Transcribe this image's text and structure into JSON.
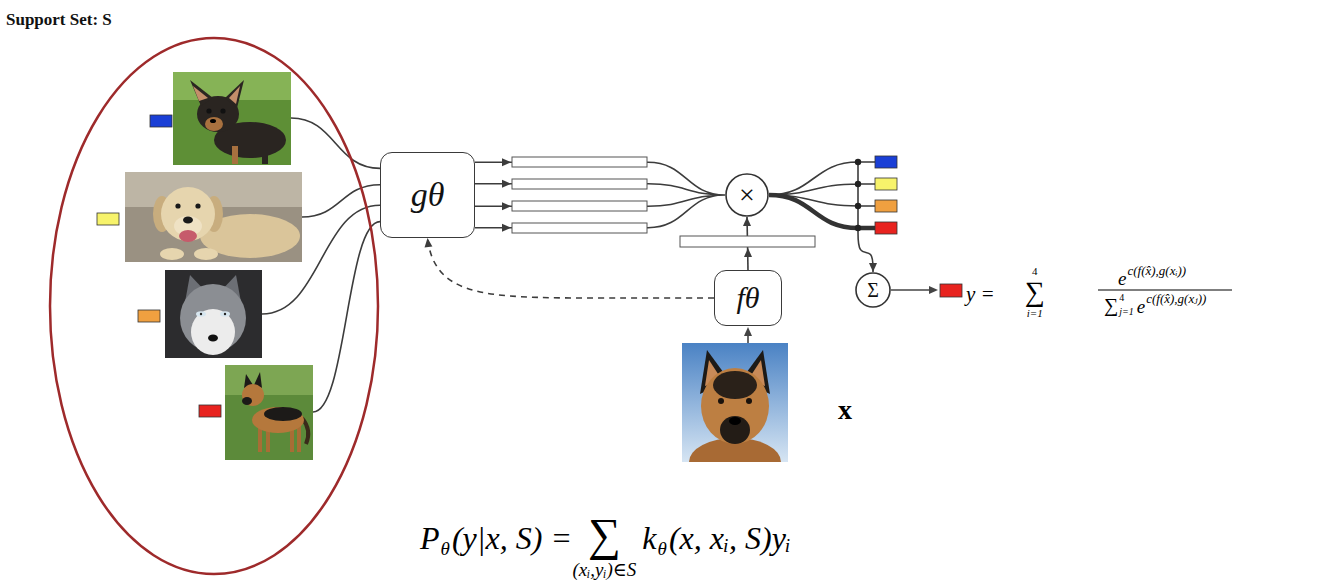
{
  "diagram": {
    "nodes": [
      {
        "text": [
          "Support Set: S"
        ]
      },
      {
        "text": [
          "gθ"
        ]
      },
      {
        "text": [
          "×"
        ]
      },
      {
        "text": [
          "fθ"
        ]
      },
      {
        "text": [
          "Σ"
        ]
      }
    ],
    "edges": [
      {
        "from": 0,
        "to": 1,
        "arrow": "none"
      },
      {
        "from": 1,
        "to": 2,
        "arrow": "to"
      },
      {
        "from": 3,
        "to": 2,
        "arrow": "to"
      },
      {
        "from": 3,
        "to": 1,
        "arrow": "to"
      },
      {
        "from": 2,
        "to": 4,
        "arrow": "to"
      }
    ],
    "labels": [
      "x",
      "y =",
      "∑",
      "4",
      "i=1",
      "e",
      "c(f(x̂),g(xᵢ))",
      "∑",
      "4",
      "j=1",
      "e",
      "c(f(x̂),g(xⱼ))",
      "P",
      "θ",
      "(y|x, S) =",
      "∑",
      "(xᵢ,yᵢ)∈S",
      "k",
      "θ",
      "(x, xᵢ, S)yᵢ"
    ]
  }
}
